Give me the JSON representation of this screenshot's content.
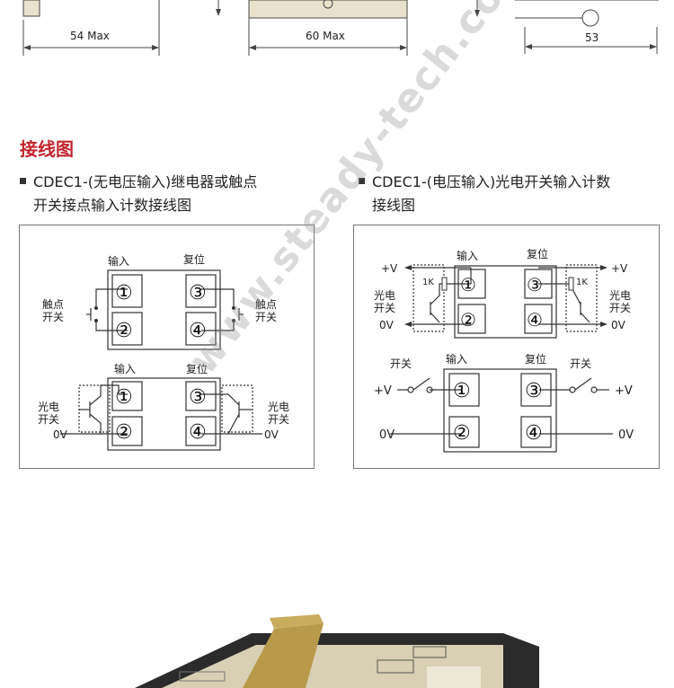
{
  "top_dims": {
    "dim1": "54 Max",
    "dim2": "60 Max",
    "dim3": "53"
  },
  "section": {
    "title": "接线图"
  },
  "left_item": {
    "line1": "CDEC1-(无电压输入)继电器或触点",
    "line2": "开关接点输入计数接线图"
  },
  "right_item": {
    "line1": "CDEC1-(电压输入)光电开关输入计数",
    "line2": "接线图"
  },
  "left_diagram": {
    "top_in_label": "输入",
    "top_reset_label": "复位",
    "contact_left_1": "触点",
    "contact_left_2": "开关",
    "contact_right_1": "触点",
    "contact_right_2": "开关",
    "bot_in_label": "输入",
    "bot_reset_label": "复位",
    "photo_left_1": "光电",
    "photo_left_2": "开关",
    "photo_right_1": "光电",
    "photo_right_2": "开关",
    "ov_left": "0V",
    "ov_right": "0V",
    "t1": "①",
    "t2": "②",
    "t3": "③",
    "t4": "④"
  },
  "right_diagram": {
    "top_in_label": "输入",
    "top_reset_label": "复位",
    "plus_v_left": "+V",
    "plus_v_right": "+V",
    "res_left": "1K",
    "res_right": "1K",
    "photo_left_1": "光电",
    "photo_left_2": "开关",
    "photo_right_1": "光电",
    "photo_right_2": "开关",
    "ov_left": "0V",
    "ov_right": "0V",
    "bot_switch_left": "开关",
    "bot_in_label": "输入",
    "bot_reset_label": "复位",
    "bot_switch_right": "开关",
    "bot_plus_v_left": "+V",
    "bot_plus_v_right": "+V",
    "bot_ov_left": "0V",
    "bot_ov_right": "0V",
    "t1": "①",
    "t2": "②",
    "t3": "③",
    "t4": "④"
  },
  "watermark": "www.steady-tech.com",
  "colors": {
    "title_red": "#c4262e",
    "relay_body": "#d8cfb4",
    "relay_dark": "#2b2b2b",
    "bracket": "#b99a4a"
  }
}
